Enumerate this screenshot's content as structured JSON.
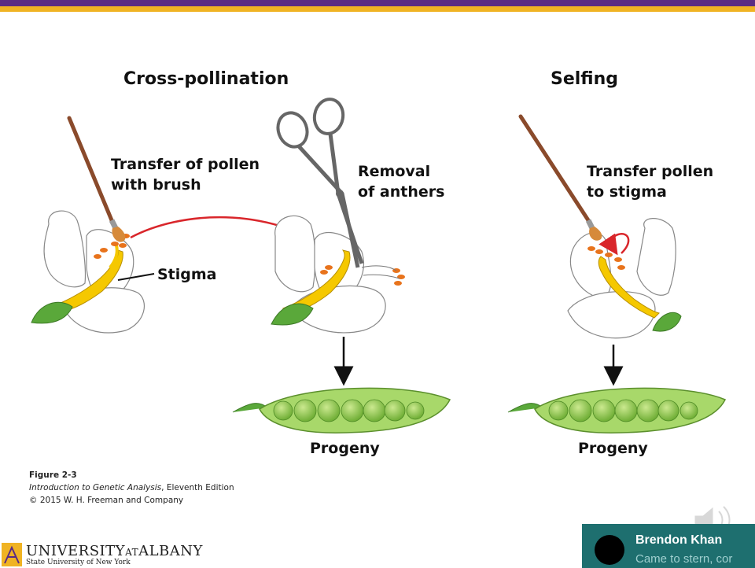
{
  "headings": {
    "cross": "Cross-pollination",
    "self": "Selfing"
  },
  "labels": {
    "brush": [
      "Transfer of pollen",
      "with brush"
    ],
    "stigma": "Stigma",
    "removal": [
      "Removal",
      "of anthers"
    ],
    "transfer_self": [
      "Transfer pollen",
      "to stigma"
    ],
    "progeny_left": "Progeny",
    "progeny_right": "Progeny"
  },
  "caption": {
    "figure": "Figure 2-3",
    "book_title": "Introduction to Genetic Analysis",
    "book_rest": ", Eleventh Edition",
    "copyright": "© 2015 W. H. Freeman and Company"
  },
  "logo": {
    "name_a": "UNIVERSITY",
    "name_at": "AT",
    "name_b": "ALBANY",
    "sub": "State University of New York"
  },
  "notification": {
    "name": "Brendon Khan",
    "message": "Came to stern, cor"
  },
  "colors": {
    "purple": "#5b2c83",
    "gold": "#f0b323",
    "arrow_red": "#d9262b",
    "pea_green": "#7fbf3f",
    "pod_green": "#a8d86a",
    "stigma_yellow": "#f5c800",
    "anther_orange": "#e8731c",
    "toast_bg": "#1e6f6f"
  }
}
